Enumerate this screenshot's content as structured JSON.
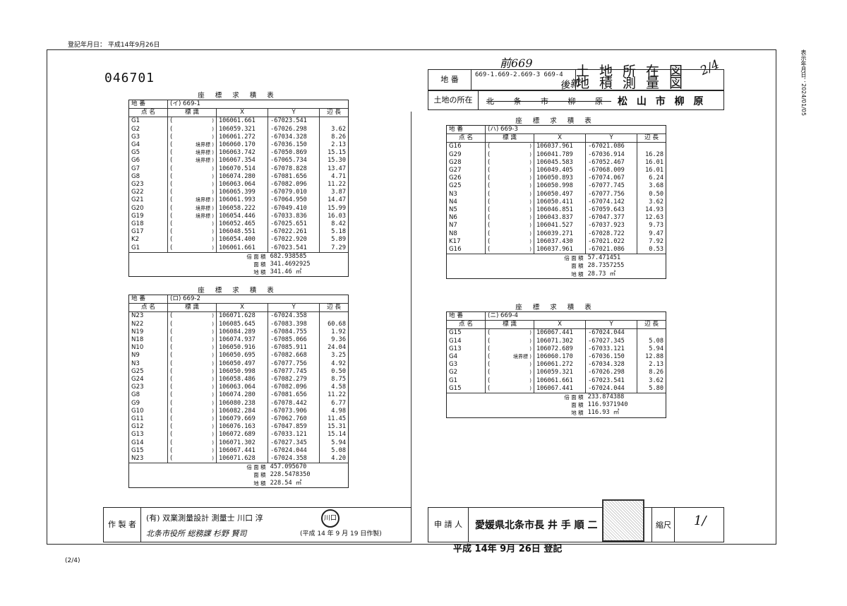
{
  "header": {
    "reg_date": "登記年月日： 平成14年9月26日",
    "side_stamp": "表示年月日：2024/01/05",
    "doc_number": "046701",
    "handwritten_mae": "前669",
    "title1": "土地所在図",
    "title2": "地積測量図",
    "page_fraction": "2/4",
    "chiban_label": "地 番",
    "chiban_value": "669-1.669-2.669-3 669-4",
    "shozai_label": "土地の所在",
    "shozai_old": "北 条 市 柳 原",
    "shozai_handwritten": "後新",
    "shozai_new": "松 山 市 柳 原"
  },
  "tables": [
    {
      "title": "座 標 求 積 表",
      "chiban_label": "地 番",
      "chiban": "(イ) 669-1",
      "col_headers": [
        "点 名",
        "標 識",
        "X",
        "Y",
        "辺 長"
      ],
      "rows": [
        [
          "G1",
          "(",
          ")",
          "106061.661",
          "-67023.541",
          ""
        ],
        [
          "G2",
          "(",
          ")",
          "106059.321",
          "-67026.298",
          "3.62"
        ],
        [
          "G3",
          "(",
          ")",
          "106061.272",
          "-67034.328",
          "8.26"
        ],
        [
          "G4",
          "(",
          "境界標 )",
          "106060.170",
          "-67036.150",
          "2.13"
        ],
        [
          "G5",
          "(",
          "境界標 )",
          "106063.742",
          "-67050.869",
          "15.15"
        ],
        [
          "G6",
          "(",
          "境界標 )",
          "106067.354",
          "-67065.734",
          "15.30"
        ],
        [
          "G7",
          "(",
          ")",
          "106070.514",
          "-67078.828",
          "13.47"
        ],
        [
          "G8",
          "(",
          ")",
          "106074.280",
          "-67081.656",
          "4.71"
        ],
        [
          "G23",
          "(",
          ")",
          "106063.064",
          "-67082.096",
          "11.22"
        ],
        [
          "G22",
          "(",
          ")",
          "106065.399",
          "-67079.010",
          "3.87"
        ],
        [
          "G21",
          "(",
          "境界標 )",
          "106061.993",
          "-67064.950",
          "14.47"
        ],
        [
          "G20",
          "(",
          "境界標 )",
          "106058.222",
          "-67049.410",
          "15.99"
        ],
        [
          "G19",
          "(",
          "境界標 )",
          "106054.446",
          "-67033.836",
          "16.03"
        ],
        [
          "G18",
          "(",
          ")",
          "106052.465",
          "-67025.651",
          "8.42"
        ],
        [
          "G17",
          "(",
          ")",
          "106048.551",
          "-67022.261",
          "5.18"
        ],
        [
          "K2",
          "(",
          ")",
          "106054.400",
          "-67022.920",
          "5.89"
        ],
        [
          "G1",
          "(",
          ")",
          "106061.661",
          "-67023.541",
          "7.29"
        ]
      ],
      "sum_labels": [
        "倍 面 積",
        "面   積",
        "地   積"
      ],
      "sum_values": [
        "682.938585",
        "341.4692925",
        "341.46 ㎡"
      ]
    },
    {
      "title": "座 標 求 積 表",
      "chiban_label": "地 番",
      "chiban": "(ロ) 669-2",
      "col_headers": [
        "点 名",
        "標 識",
        "X",
        "Y",
        "辺 長"
      ],
      "rows": [
        [
          "N23",
          "(",
          ")",
          "106071.628",
          "-67024.358",
          ""
        ],
        [
          "N22",
          "(",
          ")",
          "106085.645",
          "-67083.398",
          "60.68"
        ],
        [
          "N19",
          "(",
          ")",
          "106084.289",
          "-67084.755",
          "1.92"
        ],
        [
          "N18",
          "(",
          ")",
          "106074.937",
          "-67085.066",
          "9.36"
        ],
        [
          "N10",
          "(",
          ")",
          "106050.916",
          "-67085.911",
          "24.04"
        ],
        [
          "N9",
          "(",
          ")",
          "106050.695",
          "-67082.668",
          "3.25"
        ],
        [
          "N3",
          "(",
          ")",
          "106050.497",
          "-67077.756",
          "4.92"
        ],
        [
          "G25",
          "(",
          ")",
          "106050.998",
          "-67077.745",
          "0.50"
        ],
        [
          "G24",
          "(",
          ")",
          "106058.486",
          "-67082.279",
          "8.75"
        ],
        [
          "G23",
          "(",
          ")",
          "106063.064",
          "-67082.096",
          "4.58"
        ],
        [
          "G8",
          "(",
          ")",
          "106074.280",
          "-67081.656",
          "11.22"
        ],
        [
          "G9",
          "(",
          ")",
          "106080.238",
          "-67078.442",
          "6.77"
        ],
        [
          "G10",
          "(",
          ")",
          "106082.284",
          "-67073.906",
          "4.98"
        ],
        [
          "G11",
          "(",
          ")",
          "106079.669",
          "-67062.760",
          "11.45"
        ],
        [
          "G12",
          "(",
          ")",
          "106076.163",
          "-67047.859",
          "15.31"
        ],
        [
          "G13",
          "(",
          ")",
          "106072.689",
          "-67033.121",
          "15.14"
        ],
        [
          "G14",
          "(",
          ")",
          "106071.302",
          "-67027.345",
          "5.94"
        ],
        [
          "G15",
          "(",
          ")",
          "106067.441",
          "-67024.044",
          "5.08"
        ],
        [
          "N23",
          "(",
          ")",
          "106071.628",
          "-67024.358",
          "4.20"
        ]
      ],
      "sum_labels": [
        "倍 面 積",
        "面   積",
        "地   積"
      ],
      "sum_values": [
        "457.095670",
        "228.5478350",
        "228.54 ㎡"
      ]
    },
    {
      "title": "座 標 求 積 表",
      "chiban_label": "地 番",
      "chiban": "(ハ) 669-3",
      "col_headers": [
        "点 名",
        "標 識",
        "X",
        "Y",
        "辺 長"
      ],
      "rows": [
        [
          "G16",
          "(",
          ")",
          "106037.961",
          "-67021.086",
          ""
        ],
        [
          "G29",
          "(",
          ")",
          "106041.789",
          "-67036.914",
          "16.28"
        ],
        [
          "G28",
          "(",
          ")",
          "106045.583",
          "-67052.467",
          "16.01"
        ],
        [
          "G27",
          "(",
          ")",
          "106049.405",
          "-67068.009",
          "16.01"
        ],
        [
          "G26",
          "(",
          ")",
          "106050.893",
          "-67074.067",
          "6.24"
        ],
        [
          "G25",
          "(",
          ")",
          "106050.998",
          "-67077.745",
          "3.68"
        ],
        [
          "N3",
          "(",
          ")",
          "106050.497",
          "-67077.756",
          "0.50"
        ],
        [
          "N4",
          "(",
          ")",
          "106050.411",
          "-67074.142",
          "3.62"
        ],
        [
          "N5",
          "(",
          ")",
          "106046.851",
          "-67059.643",
          "14.93"
        ],
        [
          "N6",
          "(",
          ")",
          "106043.837",
          "-67047.377",
          "12.63"
        ],
        [
          "N7",
          "(",
          ")",
          "106041.527",
          "-67037.923",
          "9.73"
        ],
        [
          "N8",
          "(",
          ")",
          "106039.271",
          "-67028.722",
          "9.47"
        ],
        [
          "K17",
          "(",
          ")",
          "106037.430",
          "-67021.022",
          "7.92"
        ],
        [
          "G16",
          "(",
          ")",
          "106037.961",
          "-67021.086",
          "0.53"
        ]
      ],
      "sum_labels": [
        "倍 面 積",
        "面   積",
        "地   積"
      ],
      "sum_values": [
        "57.471451",
        "28.7357255",
        "28.73 ㎡"
      ]
    },
    {
      "title": "座 標 求 積 表",
      "chiban_label": "地 番",
      "chiban": "(ニ) 669-4",
      "col_headers": [
        "点 名",
        "標 識",
        "X",
        "Y",
        "辺 長"
      ],
      "rows": [
        [
          "G15",
          "(",
          ")",
          "106067.441",
          "-67024.044",
          ""
        ],
        [
          "G14",
          "(",
          ")",
          "106071.302",
          "-67027.345",
          "5.08"
        ],
        [
          "G13",
          "(",
          ")",
          "106072.689",
          "-67033.121",
          "5.94"
        ],
        [
          "G4",
          "(",
          "境界標 )",
          "106060.170",
          "-67036.150",
          "12.88"
        ],
        [
          "G3",
          "(",
          ")",
          "106061.272",
          "-67034.328",
          "2.13"
        ],
        [
          "G2",
          "(",
          ")",
          "106059.321",
          "-67026.298",
          "8.26"
        ],
        [
          "G1",
          "(",
          ")",
          "106061.661",
          "-67023.541",
          "3.62"
        ],
        [
          "G15",
          "(",
          ")",
          "106067.441",
          "-67024.044",
          "5.80"
        ]
      ],
      "sum_labels": [
        "倍 面 積",
        "面   積",
        "地   積"
      ],
      "sum_values": [
        "233.874388",
        "116.9371940",
        "116.93 ㎡"
      ]
    }
  ],
  "footer": {
    "sakuseisha_label": "作 製 者",
    "sakuseisha_line1": "(有) 双業測量設計  測量士  川口 淳",
    "seal_text": "川口",
    "sakuseisha_line2_hand": "北条市役所 総務課  杉野 賢司",
    "sakusei_date": "(平成 14 年 9 月 19 日作製)",
    "shinseinin_label": "申 請 人",
    "shinseinin_value": "愛媛県北条市長 井 手 順 二",
    "shukushaku_label": "縮尺",
    "shukushaku_value": "1/",
    "touki": "平成 14年 9月 26日 登記",
    "page_label": "(2/4)"
  }
}
